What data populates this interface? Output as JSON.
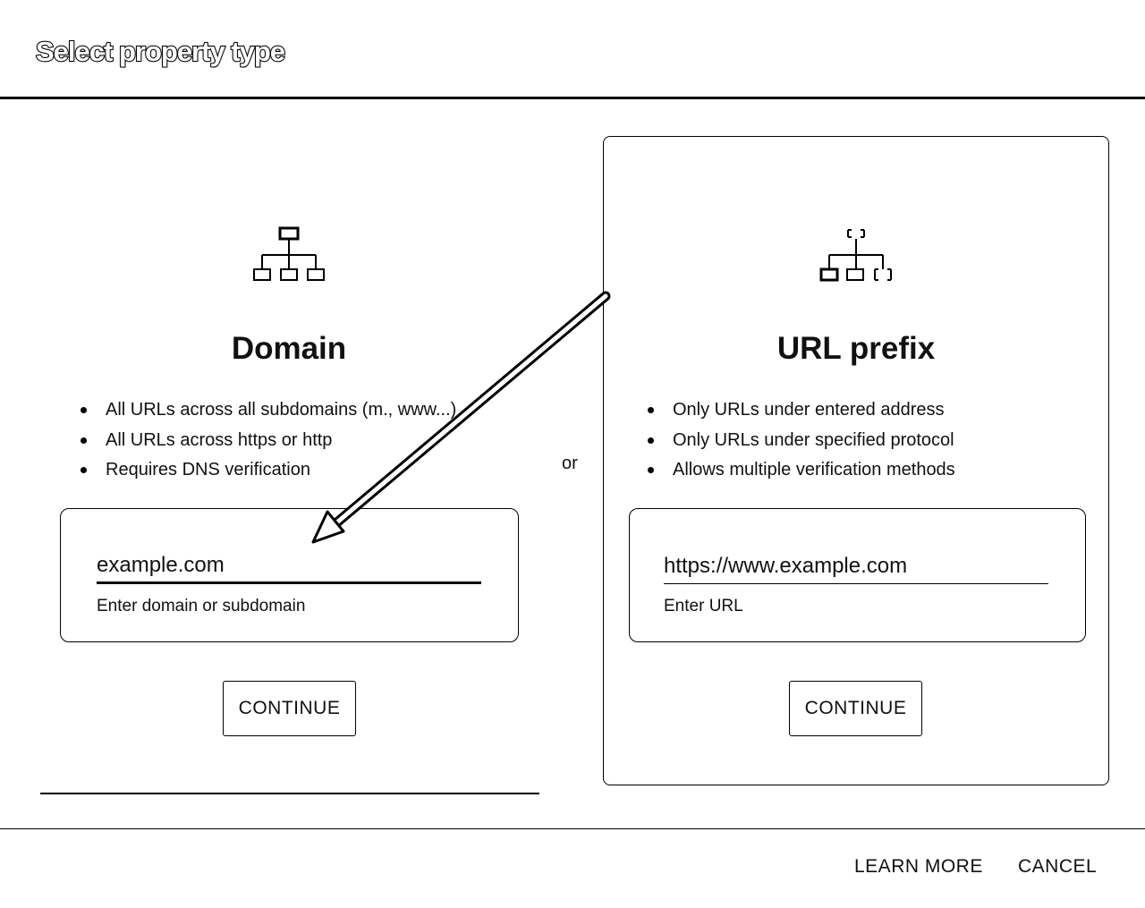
{
  "dialog": {
    "title": "Select property type",
    "or_label": "or"
  },
  "domain_card": {
    "title": "Domain",
    "icon": "domain-sitemap-icon",
    "features": [
      "All URLs across all subdomains (m., www...)",
      "All URLs across https or http",
      "Requires DNS verification"
    ],
    "input_value": "example.com",
    "helper": "Enter domain or subdomain",
    "continue_label": "CONTINUE"
  },
  "url_card": {
    "title": "URL prefix",
    "icon": "url-prefix-sitemap-icon",
    "features": [
      "Only URLs under entered address",
      "Only URLs under specified protocol",
      "Allows multiple verification methods"
    ],
    "input_value": "https://www.example.com",
    "helper": "Enter URL",
    "continue_label": "CONTINUE"
  },
  "footer": {
    "learn_more_label": "LEARN MORE",
    "cancel_label": "CANCEL"
  }
}
